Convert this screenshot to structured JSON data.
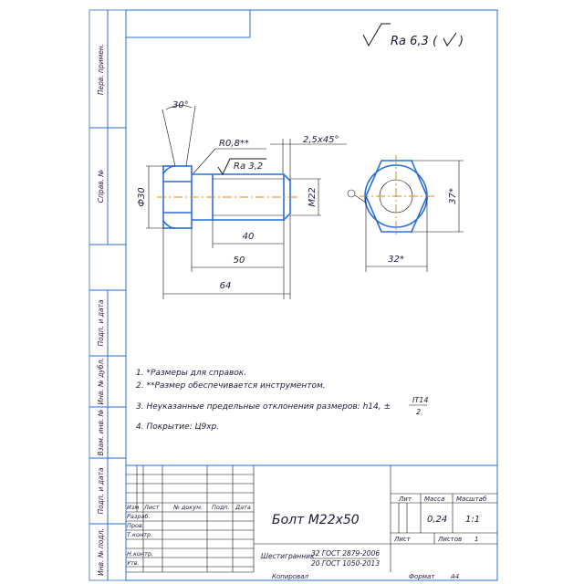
{
  "roughness": {
    "general": "Ra 6,3 (",
    "general_close": ")",
    "local": "Ra 3,2"
  },
  "dimensions": {
    "angle": "30°",
    "fillet": "R0,8**",
    "chamfer": "2,5x45°",
    "head_diameter": "Ф30",
    "thread": "M22",
    "thread_length": "40",
    "shank_length": "50",
    "total_length": "64",
    "across_corners": "37*",
    "across_flats": "32*"
  },
  "notes": [
    "1. *Размеры для справок.",
    "2. **Размер обеспечивается инструментом.",
    "3. Неуказанные предельные отклонения размеров: h14, ±",
    "4. Покрытие: Ц9хр."
  ],
  "tolerance_fraction": {
    "numerator": "IT14",
    "denominator": "2"
  },
  "side_stamp": [
    "Перв. примен.",
    "Справ. №",
    "Подп. и дата",
    "Инв. № дубл.",
    "Взам. инв. №",
    "Подп. и дата",
    "Инв. № подл."
  ],
  "title_block": {
    "col_headers": [
      "Изм",
      "Лист",
      "№ докум.",
      "Подп.",
      "Дата"
    ],
    "rows": [
      "Разраб.",
      "Пров.",
      "Т.контр.",
      "",
      "Н.контр.",
      "Утв."
    ],
    "title": "Болт М22х50",
    "material": "Шестигранник",
    "material_standard_1": "32 ГОСТ 2879-2006",
    "material_standard_2": "20 ГОСТ 1050-2013",
    "lit_label": "Лит",
    "mass_label": "Масса",
    "scale_label": "Масштаб",
    "mass": "0,24",
    "scale": "1:1",
    "sheet_label": "Лист",
    "sheets_label": "Листов",
    "sheets": "1"
  },
  "footer": {
    "copied": "Копировал",
    "format_label": "Формат",
    "format": "А4"
  }
}
